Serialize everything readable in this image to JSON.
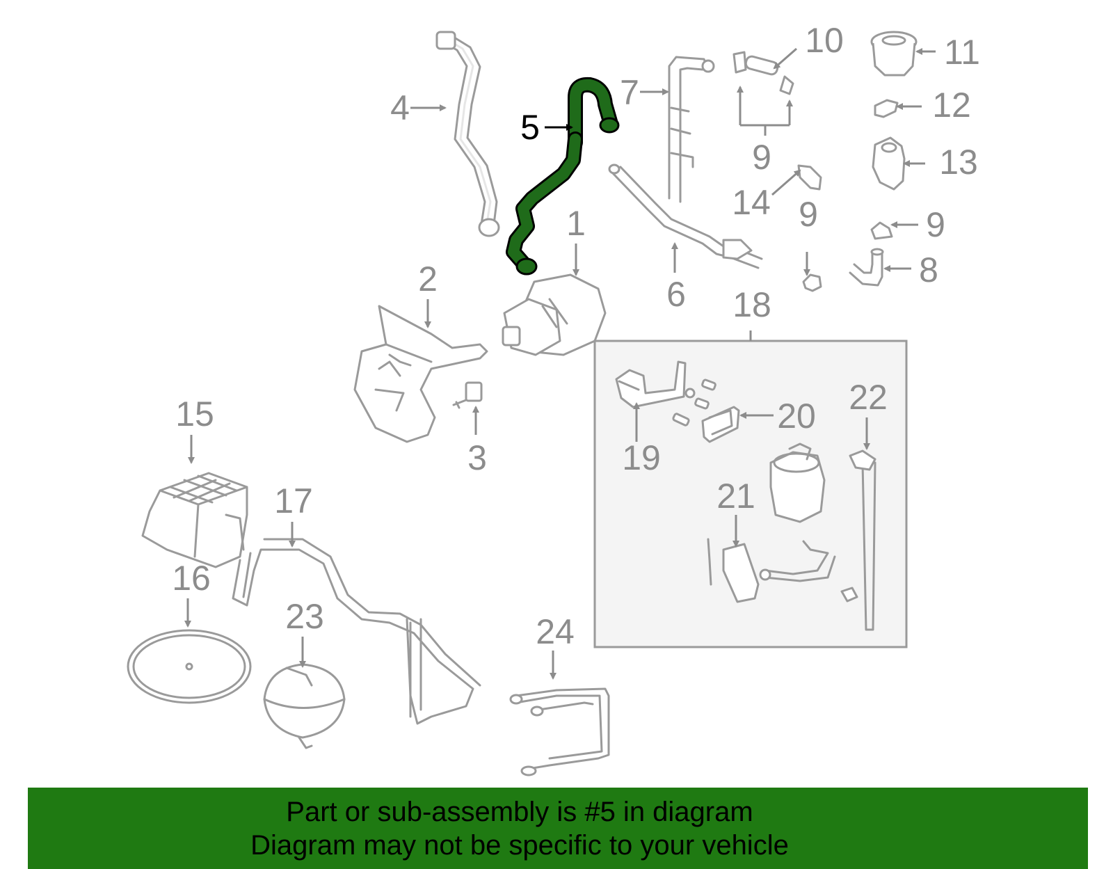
{
  "diagram": {
    "highlight_color": "#1f6b1a",
    "part_stroke_color": "#9a9a9a",
    "label_color": "#8c8c8c",
    "highlighted_part": "5",
    "labels": {
      "l1": "1",
      "l2": "2",
      "l3": "3",
      "l4": "4",
      "l5": "5",
      "l6": "6",
      "l7": "7",
      "l8": "8",
      "l9a": "9",
      "l9b": "9",
      "l9c": "9",
      "l10": "10",
      "l11": "11",
      "l12": "12",
      "l13": "13",
      "l14": "14",
      "l15": "15",
      "l16": "16",
      "l17": "17",
      "l18": "18",
      "l19": "19",
      "l20": "20",
      "l21": "21",
      "l22": "22",
      "l23": "23",
      "l24": "24"
    }
  },
  "banner": {
    "background": "#1f7a12",
    "line1": "Part or sub-assembly is #5 in diagram",
    "line2": "Diagram may not be specific to your vehicle"
  }
}
